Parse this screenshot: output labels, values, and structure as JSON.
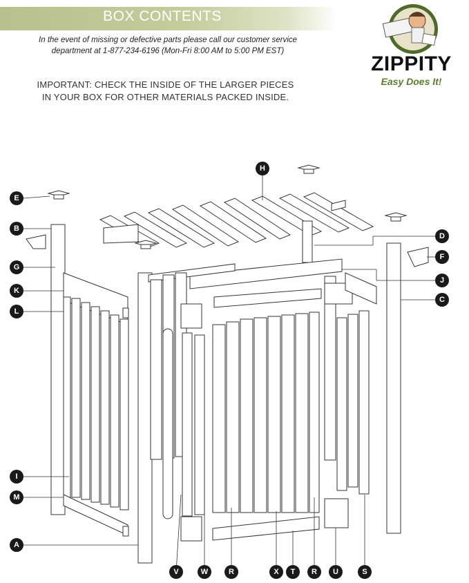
{
  "header": {
    "title": "BOX CONTENTS",
    "info_line1": "In the event of missing or defective parts please call our customer service",
    "info_line2": "department at 1-877-234-6196 (Mon-Fri 8:00 AM to 5:00 PM EST)",
    "important_line1": "IMPORTANT: CHECK THE INSIDE OF THE LARGER PIECES",
    "important_line2": "IN YOUR BOX FOR OTHER MATERIALS PACKED INSIDE."
  },
  "logo": {
    "wordmark": "ZIPPITY",
    "tagline": "Easy Does It!"
  },
  "part_labels": {
    "A": "A",
    "B": "B",
    "C": "C",
    "D": "D",
    "E": "E",
    "F": "F",
    "G": "G",
    "H": "H",
    "I": "I",
    "J": "J",
    "K": "K",
    "L": "L",
    "M": "M",
    "R1": "R",
    "R2": "R",
    "S": "S",
    "T": "T",
    "U": "U",
    "V": "V",
    "W": "W",
    "X": "X"
  },
  "colors": {
    "banner": "#c5cc9c",
    "badge": "#1a1a1a",
    "line_art": "#333333",
    "logo_tagline": "#5a7d2e"
  }
}
